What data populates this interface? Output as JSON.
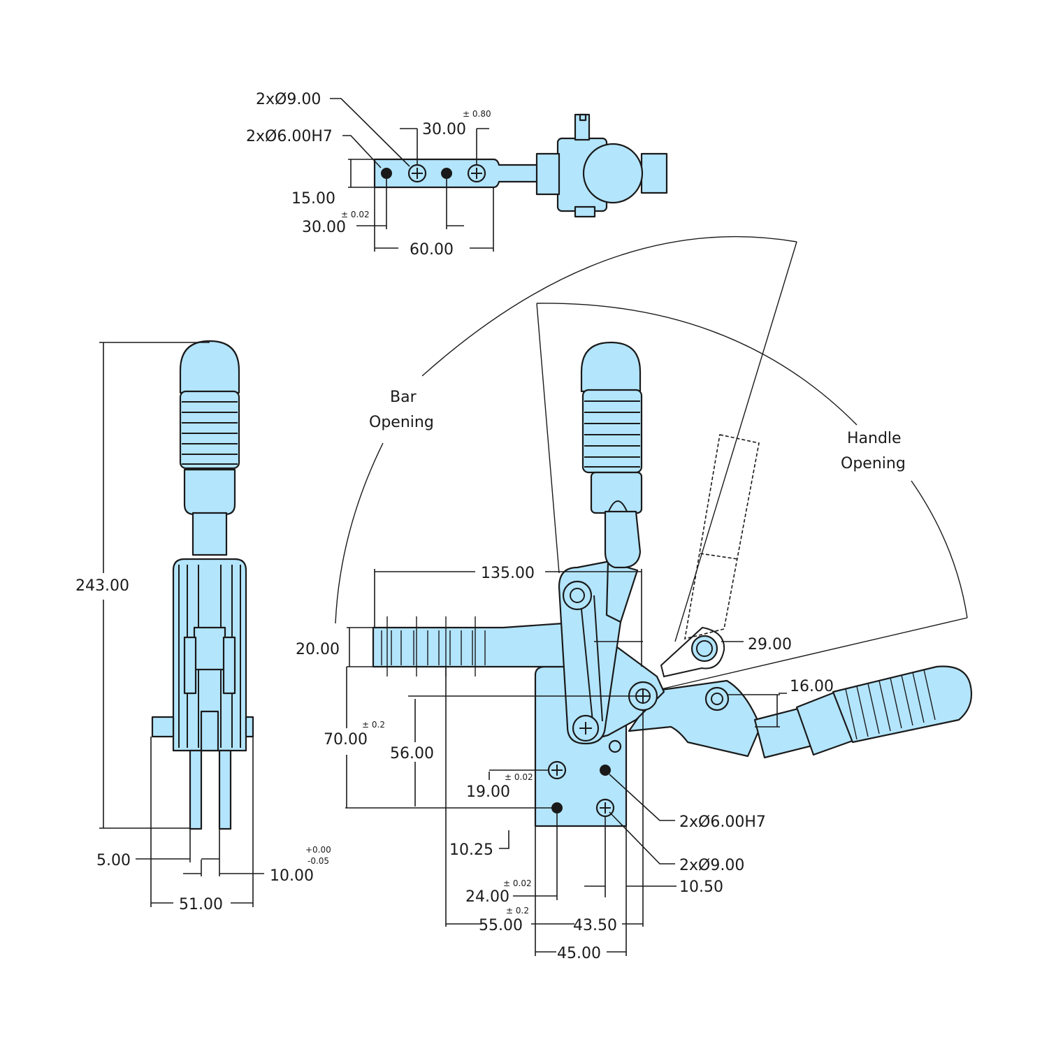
{
  "top_view": {
    "hole_large": "2xØ9.00",
    "hole_pin": "2xØ6.00H7",
    "pitch": "30.00",
    "pitch_tol": "± 0.80",
    "width": "15.00",
    "pin_pitch": "30.00",
    "pin_pitch_tol": "± 0.02",
    "length": "60.00"
  },
  "side_view": {
    "height": "243.00",
    "slot": "5.00",
    "thickness": "10.00",
    "thickness_tol_upper": "+0.00",
    "thickness_tol_lower": "-0.05",
    "base_width": "51.00"
  },
  "front_view": {
    "bar_label_line1": "Bar",
    "bar_label_line2": "Opening",
    "handle_label_line1": "Handle",
    "handle_label_line2": "Opening",
    "bar_length": "135.00",
    "bar_height": "20.00",
    "pivot_offset": "29.00",
    "pivot_spacing": "16.00",
    "mount_height": "70.00",
    "mount_height_tol": "± 0.2",
    "pivot_height": "56.00",
    "hole_row_spacing": "19.00",
    "hole_row_tol": "± 0.02",
    "hole_large": "2xØ9.00",
    "hole_pin": "2xØ6.00H7",
    "bottom_hole_offset": "10.25",
    "hole_spacing": "24.00",
    "hole_spacing_tol": "± 0.02",
    "bar_to_hole": "55.00",
    "bar_to_hole_tol": "± 0.2",
    "hole_to_pivot": "43.50",
    "edge_offset": "10.50",
    "base_width": "45.00"
  }
}
